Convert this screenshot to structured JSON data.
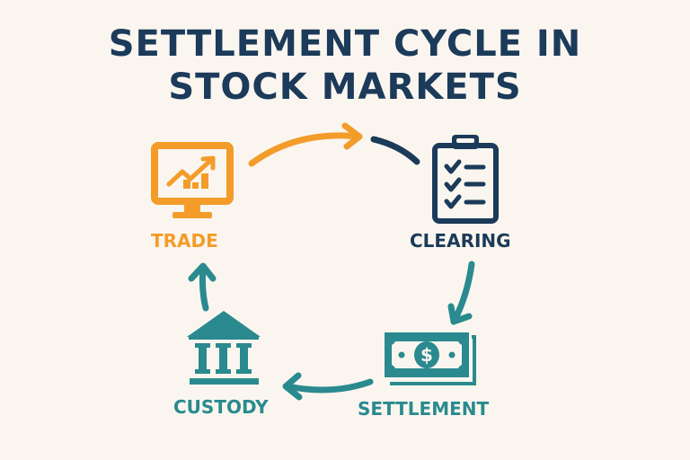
{
  "title": {
    "line1": "SETTLEMENT CYCLE IN",
    "line2": "STOCK MARKETS"
  },
  "colors": {
    "background": "#faf6ef",
    "title": "#1c3a5a",
    "trade": "#f39c2a",
    "clearing": "#1c3a5a",
    "teal": "#2a8a8f"
  },
  "stages": [
    {
      "label": "TRADE",
      "icon": "monitor-chart-icon",
      "color": "#f39c2a"
    },
    {
      "label": "CLEARING",
      "icon": "clipboard-checklist-icon",
      "color": "#1c3a5a"
    },
    {
      "label": "SETTLEMENT",
      "icon": "money-bill-icon",
      "color": "#2a8a8f"
    },
    {
      "label": "CUSTODY",
      "icon": "bank-building-icon",
      "color": "#2a8a8f"
    }
  ]
}
